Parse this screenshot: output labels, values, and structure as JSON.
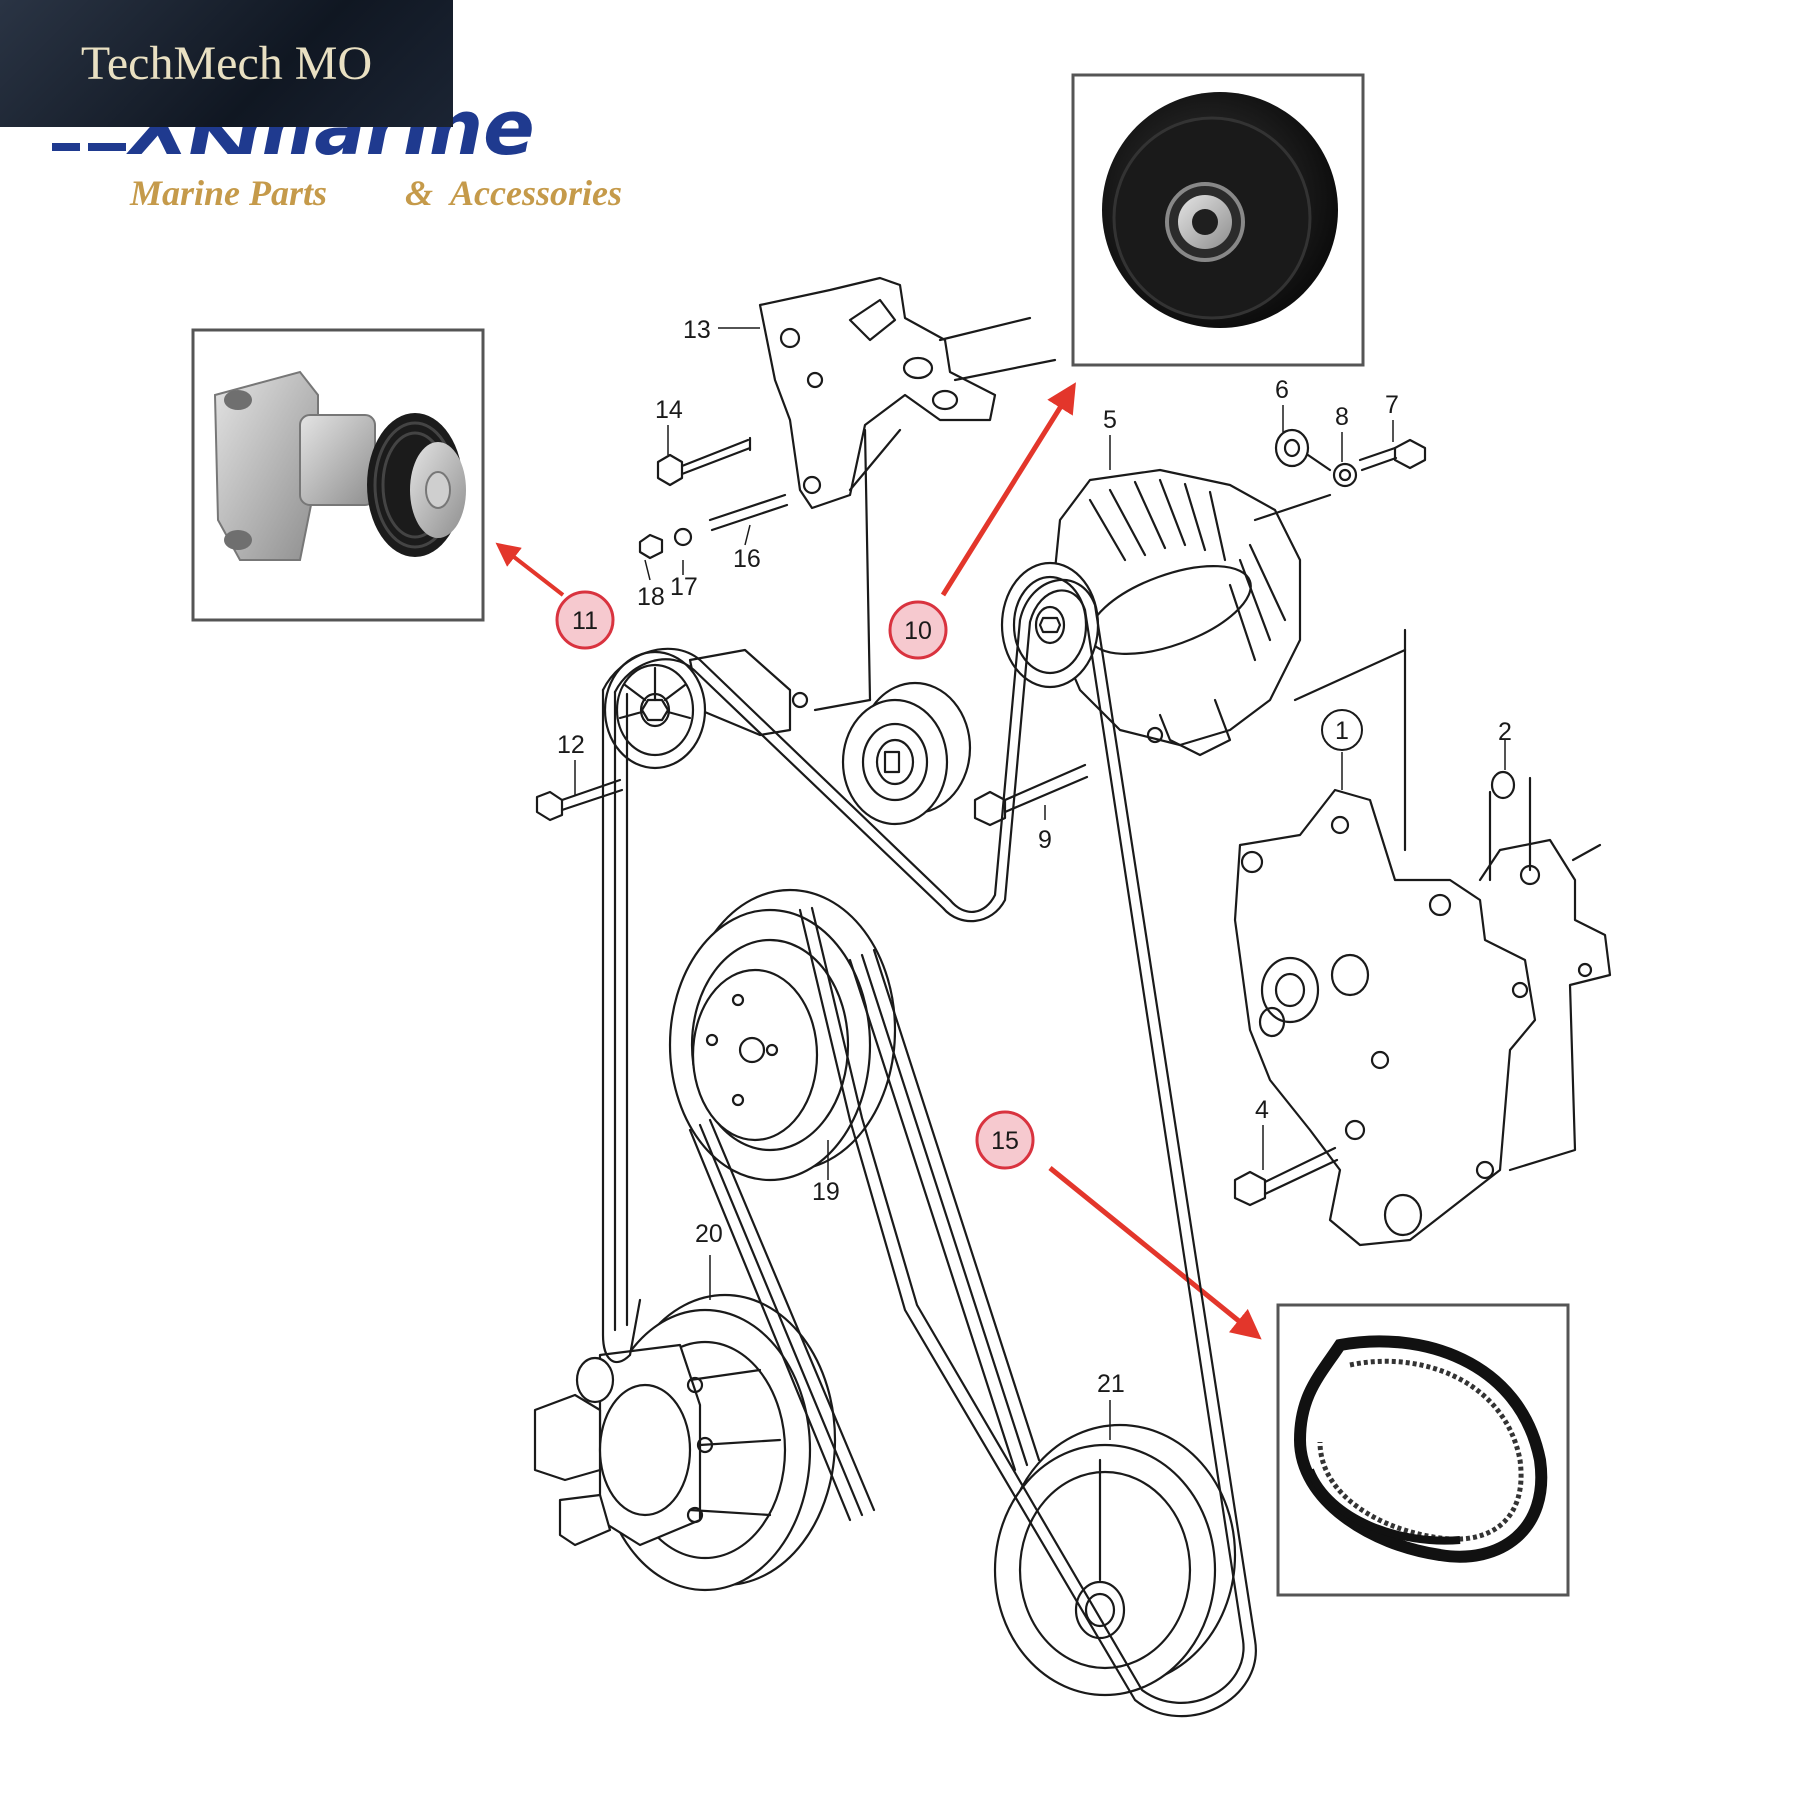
{
  "watermark": {
    "text": "TechMech MO"
  },
  "brand": {
    "word_prefix": "XK",
    "word_suffix": "marine",
    "tagline_a": "Marine Parts",
    "tagline_amp": "&",
    "tagline_b": "Accessories",
    "blue": "#1f3a8f",
    "gold": "#c59a4a"
  },
  "callouts": [
    {
      "id": "callout-10",
      "label": "10"
    },
    {
      "id": "callout-11",
      "label": "11"
    },
    {
      "id": "callout-15",
      "label": "15"
    }
  ],
  "labels": {
    "p1": "1",
    "p2": "2",
    "p4": "4",
    "p5": "5",
    "p6": "6",
    "p7": "7",
    "p8": "8",
    "p9": "9",
    "p12": "12",
    "p13": "13",
    "p14": "14",
    "p16": "16",
    "p17": "17",
    "p18": "18",
    "p19": "19",
    "p20": "20",
    "p21": "21"
  },
  "colors": {
    "callout_fill": "#f6c9cf",
    "callout_stroke": "#d9333f",
    "arrow": "#e3362b",
    "line": "#1a1a1a"
  }
}
